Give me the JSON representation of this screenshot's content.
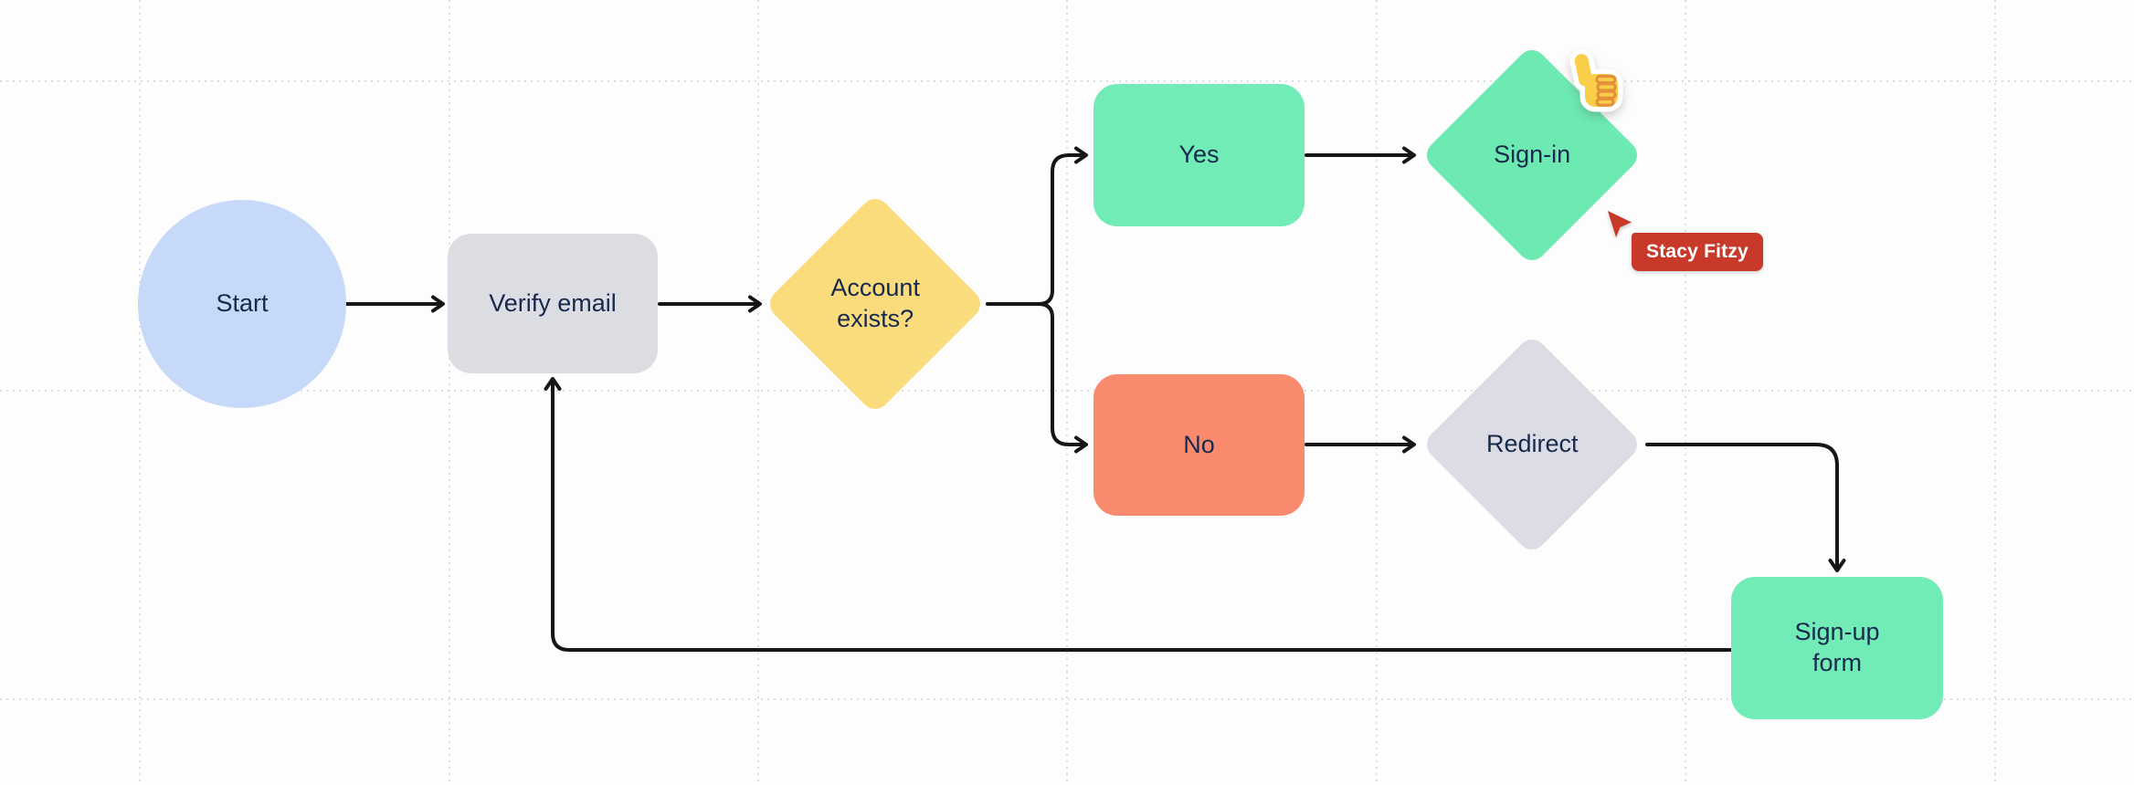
{
  "canvas": {
    "background": "#fdfdfd",
    "grid_color": "#dcdce4",
    "connector_color": "#161616",
    "text_color": "#18294e"
  },
  "nodes": {
    "start": {
      "label": "Start",
      "shape": "circle",
      "fill": "#c6d9f8"
    },
    "verify_email": {
      "label": "Verify email",
      "shape": "rounded-rectangle",
      "fill": "#dbdde3"
    },
    "account_exists": {
      "label": "Account exists?",
      "shape": "diamond",
      "fill": "#fadc7d"
    },
    "yes": {
      "label": "Yes",
      "shape": "rounded-rectangle",
      "fill": "#71ecb7"
    },
    "no": {
      "label": "No",
      "shape": "rounded-rectangle",
      "fill": "#f98a6d"
    },
    "sign_in": {
      "label": "Sign-in",
      "shape": "diamond",
      "fill": "#6de9b2"
    },
    "redirect": {
      "label": "Redirect",
      "shape": "diamond",
      "fill": "#dcdde4"
    },
    "sign_up_form": {
      "label": "Sign-up form",
      "shape": "rounded-rectangle",
      "fill": "#71ecb7"
    }
  },
  "edges": [
    {
      "from": "start",
      "to": "verify_email"
    },
    {
      "from": "verify_email",
      "to": "account_exists"
    },
    {
      "from": "account_exists",
      "to": "yes"
    },
    {
      "from": "account_exists",
      "to": "no"
    },
    {
      "from": "yes",
      "to": "sign_in"
    },
    {
      "from": "no",
      "to": "redirect"
    },
    {
      "from": "redirect",
      "to": "sign_up_form"
    },
    {
      "from": "sign_up_form",
      "to": "verify_email"
    }
  ],
  "collaborator": {
    "name": "Stacy Fitzy",
    "color": "#c9392a"
  },
  "sticker": {
    "name": "thumbs-up",
    "glyph": "👍",
    "fill": "#fbce49",
    "accent": "#e2903b",
    "outline": "#ffffff"
  }
}
